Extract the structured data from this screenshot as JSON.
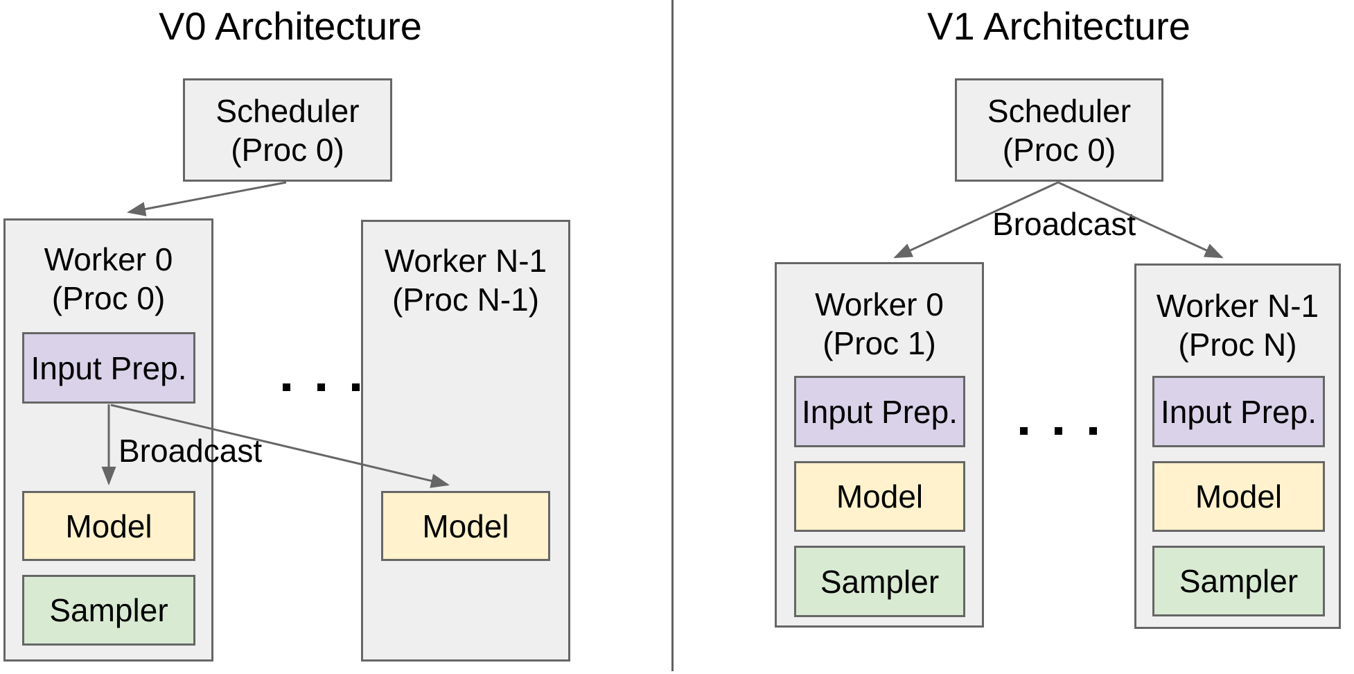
{
  "colors": {
    "background": "#ffffff",
    "container_fill": "#efefef",
    "container_border": "#666666",
    "input_prep_fill": "#d9d2e9",
    "model_fill": "#fff2cc",
    "sampler_fill": "#d9ead3",
    "connector": "#666666",
    "text": "#000000"
  },
  "v0": {
    "title": "V0 Architecture",
    "scheduler": {
      "name": "Scheduler",
      "proc": "(Proc 0)"
    },
    "broadcast_label": "Broadcast",
    "ellipsis": ". . .",
    "worker0": {
      "name": "Worker 0",
      "proc": "(Proc 0)",
      "components": {
        "input_prep": "Input Prep.",
        "model": "Model",
        "sampler": "Sampler"
      }
    },
    "workerN": {
      "name": "Worker N-1",
      "proc": "(Proc N-1)",
      "components": {
        "model": "Model"
      }
    }
  },
  "v1": {
    "title": "V1 Architecture",
    "scheduler": {
      "name": "Scheduler",
      "proc": "(Proc 0)"
    },
    "broadcast_label": "Broadcast",
    "ellipsis": ". . .",
    "worker0": {
      "name": "Worker 0",
      "proc": "(Proc 1)",
      "components": {
        "input_prep": "Input Prep.",
        "model": "Model",
        "sampler": "Sampler"
      }
    },
    "workerN": {
      "name": "Worker N-1",
      "proc": "(Proc N)",
      "components": {
        "input_prep": "Input Prep.",
        "model": "Model",
        "sampler": "Sampler"
      }
    }
  }
}
